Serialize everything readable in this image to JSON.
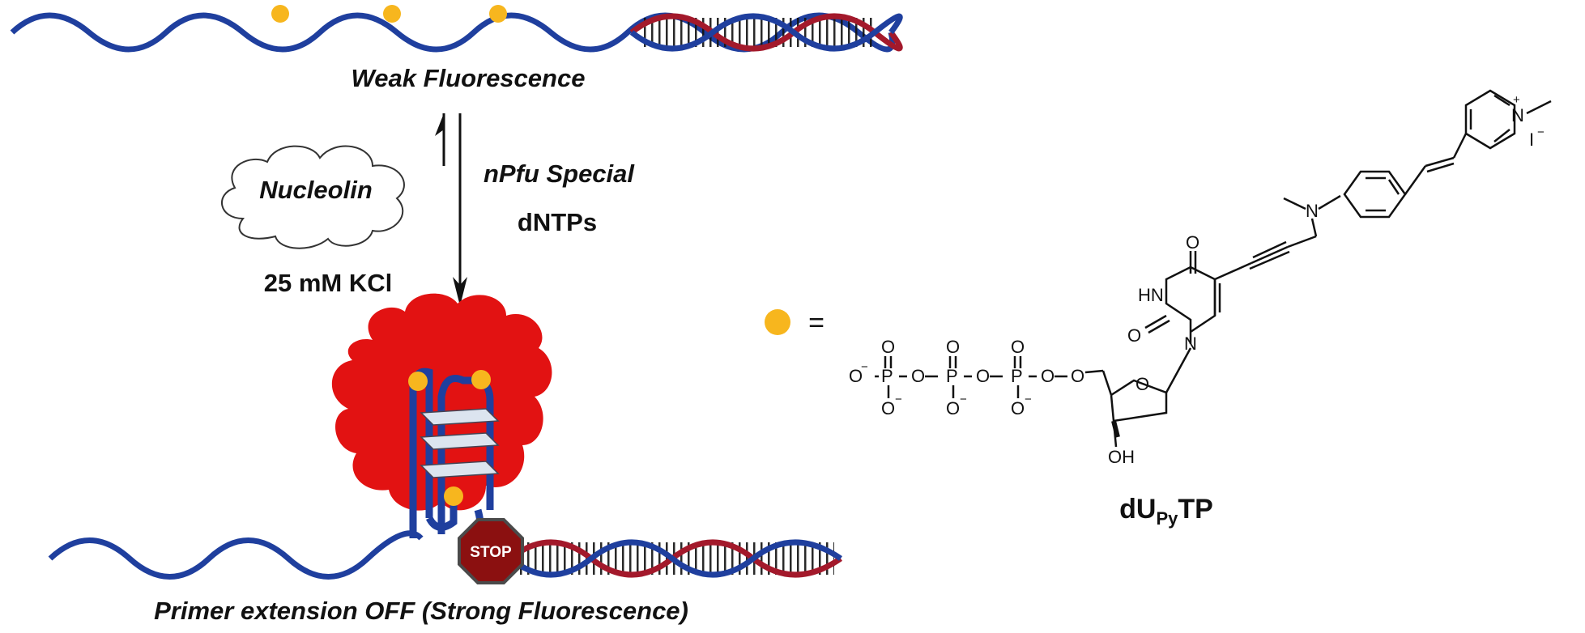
{
  "labels": {
    "weak_fluorescence": "Weak Fluorescence",
    "nucleolin": "Nucleolin",
    "kcl": "25 mM KCl",
    "polymerase": "nPfu Special",
    "dntps": "dNTPs",
    "primer_extension": "Primer extension OFF (Strong Fluorescence)",
    "stop": "STOP",
    "equals": "="
  },
  "molecule": {
    "name_prefix": "dU",
    "name_subscript": "Py",
    "name_suffix": "TP",
    "atoms": {
      "O": "O",
      "OH": "OH",
      "N": "N",
      "HN": "HN",
      "P": "P",
      "minus": "−",
      "plus": "+",
      "iodide": "I",
      "iodide_charge": "−"
    }
  },
  "colors": {
    "dna_blue": "#1f3f9e",
    "dna_red": "#a3192b",
    "fluorophore": "#f7b61e",
    "protein": "#e21212",
    "stop_sign": "#8b1010"
  }
}
